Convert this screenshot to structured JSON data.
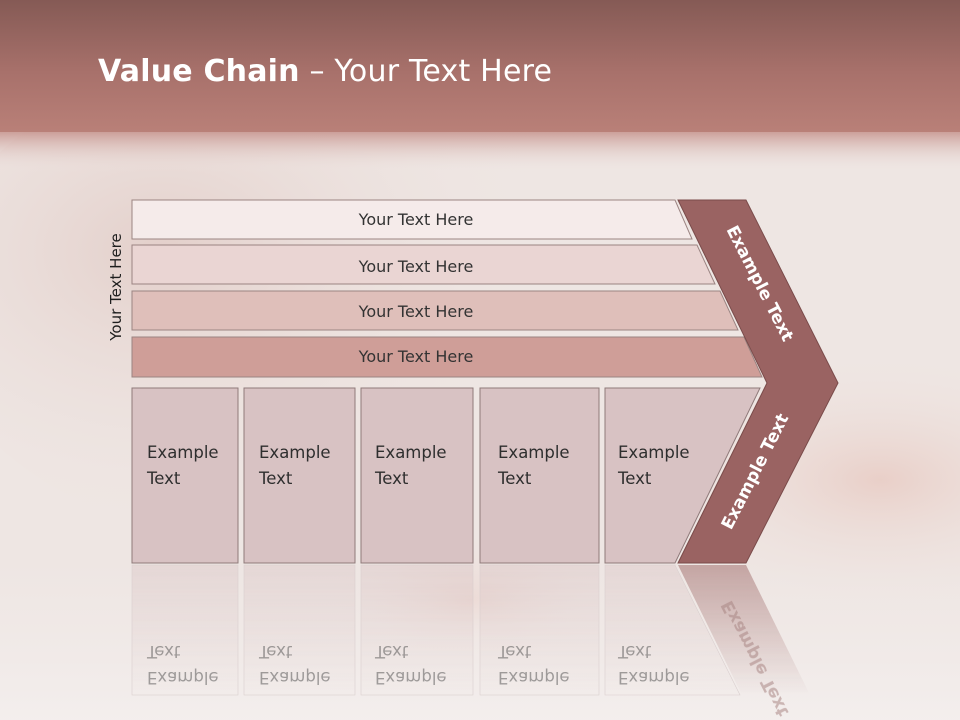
{
  "slide": {
    "title_bold": "Value Chain",
    "title_rest": " – Your Text Here",
    "vertical_label": "Your Text Here"
  },
  "bars": [
    {
      "label": "Your Text Here",
      "fill": "#f5ebea"
    },
    {
      "label": "Your Text Here",
      "fill": "#ead5d3"
    },
    {
      "label": "Your Text Here",
      "fill": "#dfbfba"
    },
    {
      "label": "Your Text Here",
      "fill": "#cf9e98"
    }
  ],
  "columns": [
    {
      "line1": "Example",
      "line2": "Text"
    },
    {
      "line1": "Example",
      "line2": "Text"
    },
    {
      "line1": "Example",
      "line2": "Text"
    },
    {
      "line1": "Example",
      "line2": "Text"
    },
    {
      "line1": "Example",
      "line2": "Text"
    }
  ],
  "chevron": {
    "upper_label": "Example Text",
    "lower_label": "Example Text",
    "fill": "#9a6362"
  },
  "colors": {
    "header_top": "#8a5c57",
    "header_bottom": "#b97e77",
    "column_fill": "#d8c2c3",
    "column_stroke": "#8f7a7a"
  }
}
